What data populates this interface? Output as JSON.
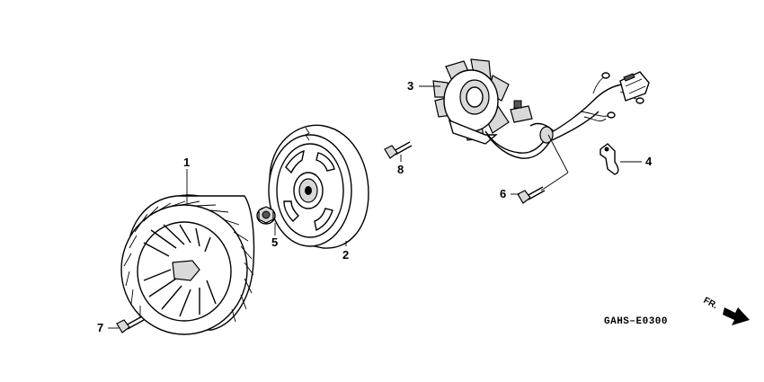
{
  "callouts": [
    {
      "number": "1",
      "part": "cooling-fan"
    },
    {
      "number": "2",
      "part": "flywheel"
    },
    {
      "number": "3",
      "part": "stator"
    },
    {
      "number": "4",
      "part": "wire-clamp"
    },
    {
      "number": "5",
      "part": "flange-nut"
    },
    {
      "number": "6",
      "part": "stator-bolt"
    },
    {
      "number": "7",
      "part": "fan-bolt"
    },
    {
      "number": "8",
      "part": "clamp-bolt"
    }
  ],
  "drawing_code": "GAHS–E0300",
  "direction_label": "FR.",
  "icons": [
    "fr-arrow-icon"
  ]
}
